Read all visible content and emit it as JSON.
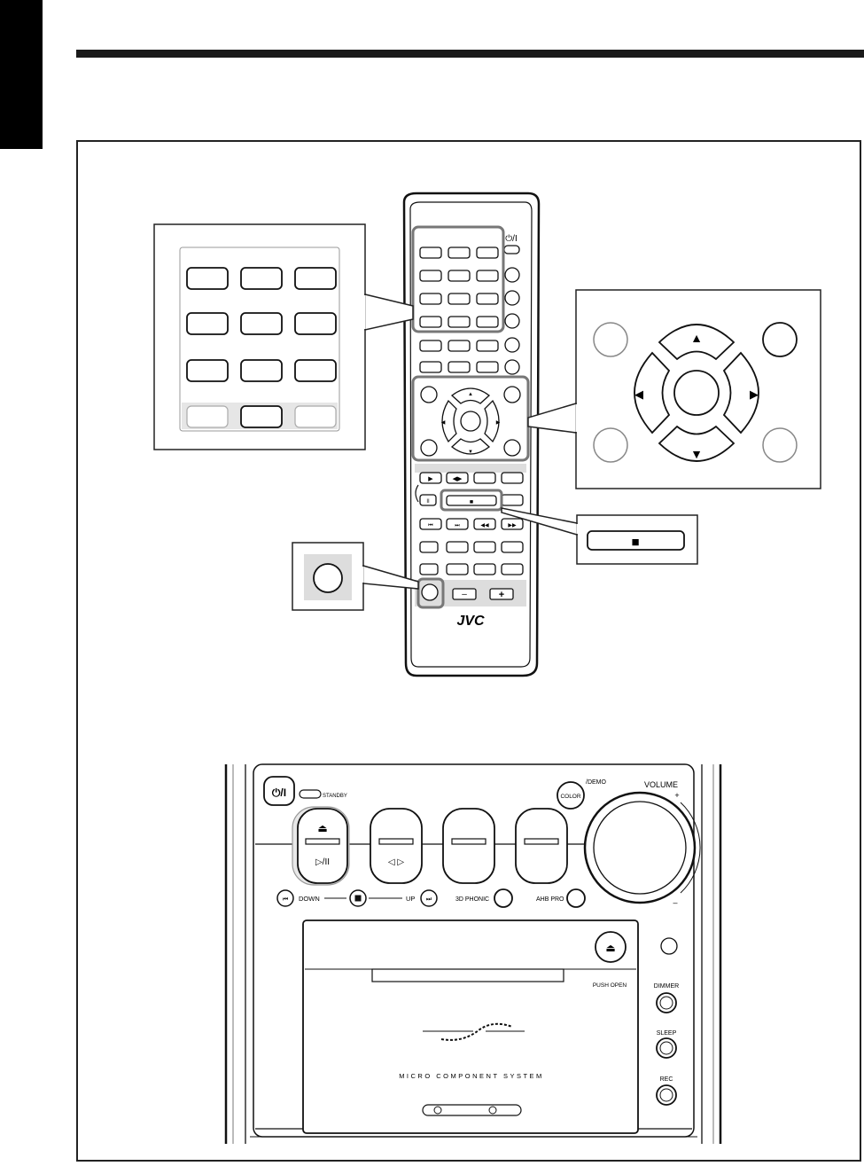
{
  "remote": {
    "brand": "JVC",
    "power_symbol": "⏻/I",
    "transport": {
      "play": "▶",
      "play_reverse": "◀▶",
      "pause": "II",
      "stop": "■",
      "prev": "⏮",
      "next": "⏭",
      "rew": "◀◀",
      "ffw": "▶▶"
    },
    "volume": {
      "minus": "–",
      "plus": "+"
    }
  },
  "callouts": {
    "cursor": {
      "up": "▲",
      "down": "▼",
      "left": "◀",
      "right": "▶"
    },
    "stop": {
      "symbol": "■"
    }
  },
  "unit": {
    "power": "⏻/I",
    "standby": "STANDBY",
    "color": "COLOR",
    "demo": "/DEMO",
    "volume": "VOLUME",
    "vol_plus": "+",
    "vol_minus": "–",
    "eject": "⏏",
    "play_pause": "▷/II",
    "reverse_play": "◁ ▷",
    "down": "DOWN",
    "up": "UP",
    "phonic": "3D PHONIC",
    "ahb": "AHB PRO",
    "push_open": "PUSH OPEN",
    "dimmer": "DIMMER",
    "sleep": "SLEEP",
    "rec": "REC",
    "system": "MICRO COMPONENT SYSTEM"
  }
}
